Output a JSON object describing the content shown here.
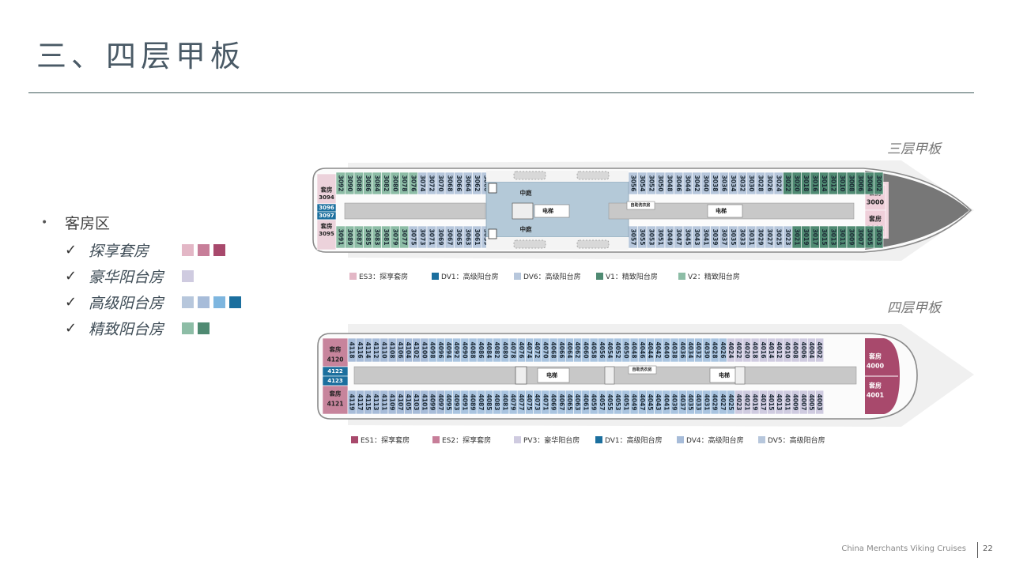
{
  "title": "三、四层甲板",
  "section": {
    "bullet": "客房区",
    "items": [
      {
        "label": "探享套房",
        "swatches": [
          "#e3b7c6",
          "#c77e99",
          "#a8496c"
        ]
      },
      {
        "label": "豪华阳台房",
        "swatches": [
          "#cfcbe0"
        ]
      },
      {
        "label": "高级阳台房",
        "swatches": [
          "#b7c7dc",
          "#a7bcd9",
          "#7eb6df",
          "#1b6f9e"
        ]
      },
      {
        "label": "精致阳台房",
        "swatches": [
          "#8dbda6",
          "#4f8a72"
        ]
      }
    ]
  },
  "deck3": {
    "label": "三层甲板",
    "atrium": "中庭",
    "elevator": "电梯",
    "laundry": "自助洗衣房",
    "suite_word": "套房",
    "suite_aft_top": "3094",
    "suite_aft_bottom": "3095",
    "aft_blue_1": "3096",
    "aft_blue_2": "3097",
    "suite_bow_1": "3000",
    "suite_bow_2": "3001",
    "legend": [
      {
        "label": "ES3：探享套房",
        "color": "#e3b7c6"
      },
      {
        "label": "DV1：高级阳台房",
        "color": "#1b6f9e"
      },
      {
        "label": "DV6：高级阳台房",
        "color": "#b7c7dc"
      },
      {
        "label": "V1：精致阳台房",
        "color": "#4f8a72"
      },
      {
        "label": "V2：精致阳台房",
        "color": "#8dbda6"
      }
    ]
  },
  "deck4": {
    "label": "四层甲板",
    "elevator": "电梯",
    "laundry": "自助洗衣房",
    "suite_word": "套房",
    "suite_aft_1": "4120",
    "suite_aft_2": "4121",
    "aft_blue_1": "4122",
    "aft_blue_2": "4123",
    "suite_bow_1": "4000",
    "suite_bow_2": "4001",
    "legend": [
      {
        "label": "ES1：探享套房",
        "color": "#a8496c"
      },
      {
        "label": "ES2：探享套房",
        "color": "#c77e99"
      },
      {
        "label": "PV3：豪华阳台房",
        "color": "#cfcbe0"
      },
      {
        "label": "DV1：高级阳台房",
        "color": "#1b6f9e"
      },
      {
        "label": "DV4：高级阳台房",
        "color": "#a7bcd9"
      },
      {
        "label": "DV5：高级阳台房",
        "color": "#b7c7dc"
      }
    ]
  },
  "footer": {
    "brand": "China Merchants Viking Cruises",
    "page": "22"
  }
}
